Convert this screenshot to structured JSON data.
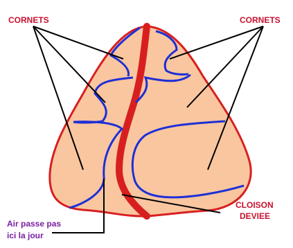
{
  "labels": {
    "cornets_left": "CORNETS",
    "cornets_right": "CORNETS",
    "cloison_line1": "CLOISON",
    "cloison_line2": "DEVIEE",
    "air_line1": "Air passe pas",
    "air_line2": "ici la jour"
  },
  "colors": {
    "skin": "#f9c6a0",
    "outline": "#d81f1f",
    "septum": "#d81f1f",
    "turbinate": "#1e2fd6",
    "red_text": "#c8102e",
    "purple_text": "#7a1fa2",
    "pointer": "#000000"
  }
}
